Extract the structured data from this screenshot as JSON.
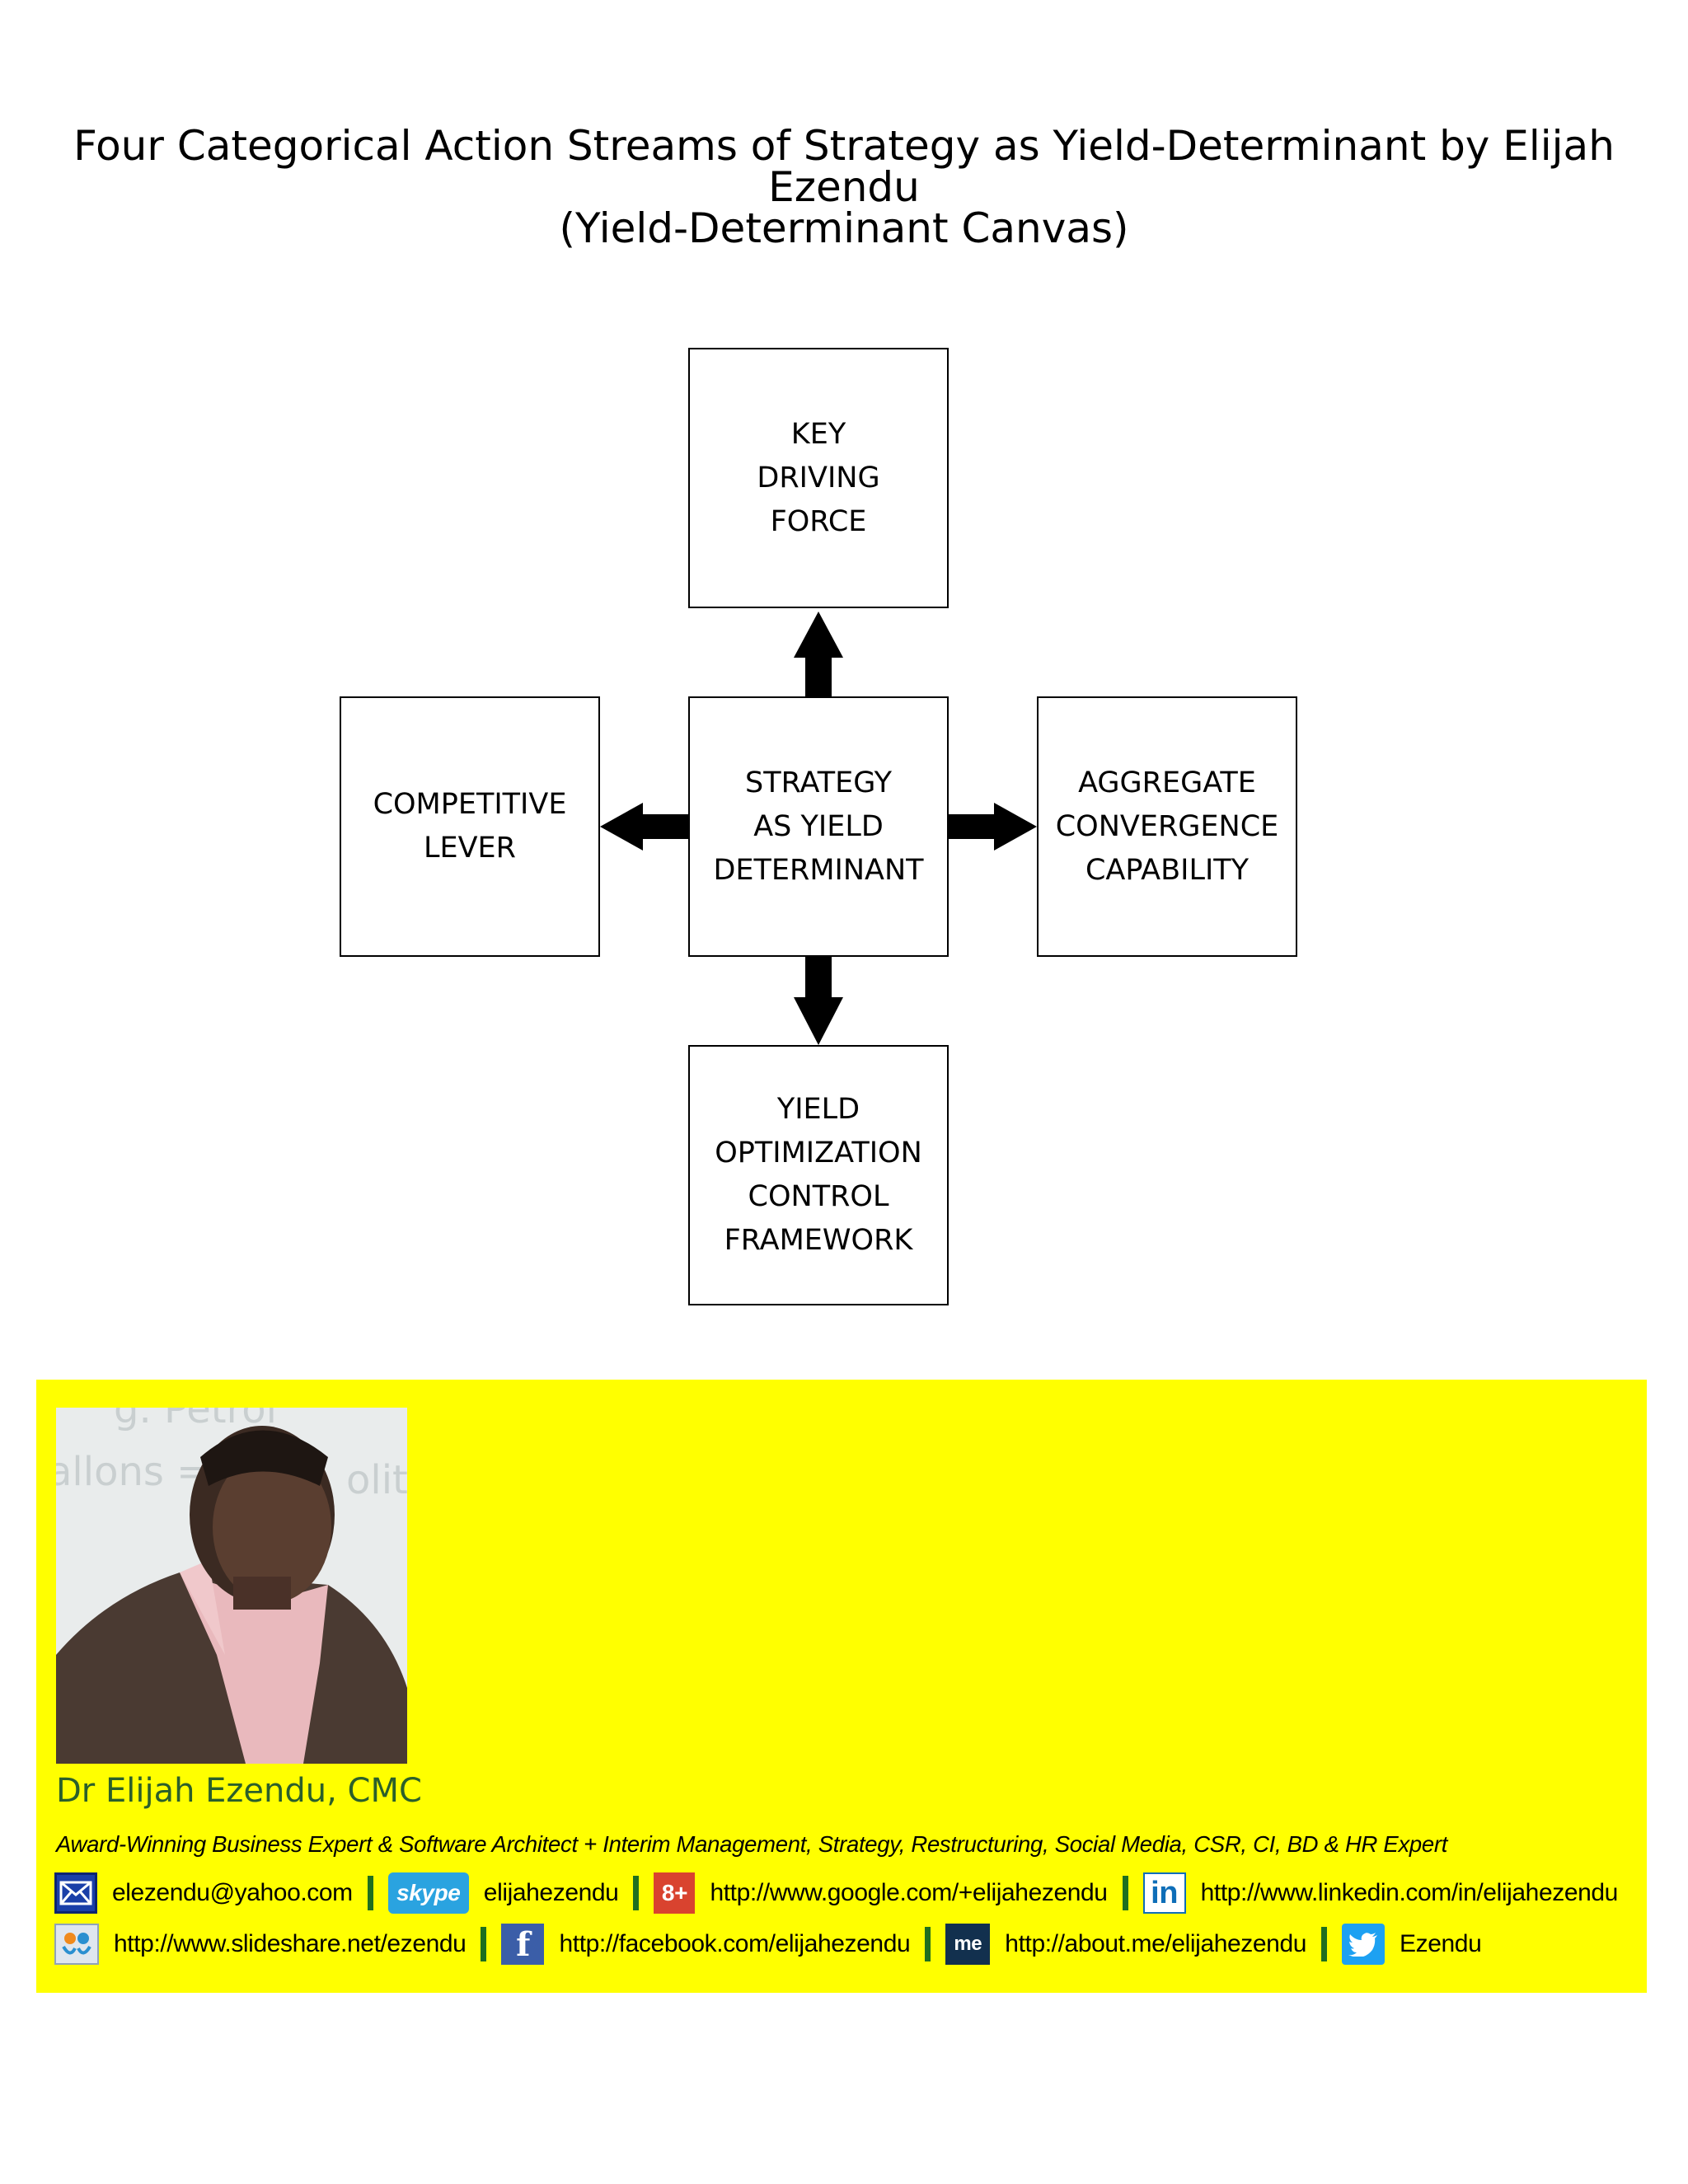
{
  "title": "Four Categorical Action Streams of Strategy as Yield-Determinant by Elijah Ezendu",
  "subtitle": "(Yield-Determinant Canvas)",
  "diagram": {
    "top": "KEY\nDRIVING\nFORCE",
    "center": "STRATEGY\nAS YIELD\nDETERMINANT",
    "left": "COMPETITIVE\nLEVER",
    "right": "AGGREGATE\nCONVERGENCE\nCAPABILITY",
    "bottom": "YIELD\nOPTIMIZATION\nCONTROL\nFRAMEWORK"
  },
  "banner": {
    "background": "#ffff00",
    "photo_text_top": "g. Petrol",
    "photo_text_left": "allons =",
    "photo_text_right": "olit",
    "name": "Dr Elijah Ezendu, CMC",
    "tagline": "Award-Winning Business Expert & Software Architect + Interim Management, Strategy, Restructuring, Social Media, CSR, CI, BD & HR Expert",
    "contacts_row1": [
      {
        "icon": "email-icon",
        "text": "elezendu@yahoo.com"
      },
      {
        "icon": "skype-icon",
        "icon_label": "skype",
        "text": "elijahezendu"
      },
      {
        "icon": "google-plus-icon",
        "icon_label": "8+",
        "text": "http://www.google.com/+elijahezendu"
      },
      {
        "icon": "linkedin-icon",
        "icon_label": "in",
        "text": "http://www.linkedin.com/in/elijahezendu"
      }
    ],
    "contacts_row2": [
      {
        "icon": "slideshare-icon",
        "text": "http://www.slideshare.net/ezendu"
      },
      {
        "icon": "facebook-icon",
        "icon_label": "f",
        "text": "http://facebook.com/elijahezendu"
      },
      {
        "icon": "aboutme-icon",
        "icon_label": "me",
        "text": "http://about.me/elijahezendu"
      },
      {
        "icon": "twitter-icon",
        "text": "Ezendu"
      }
    ]
  }
}
